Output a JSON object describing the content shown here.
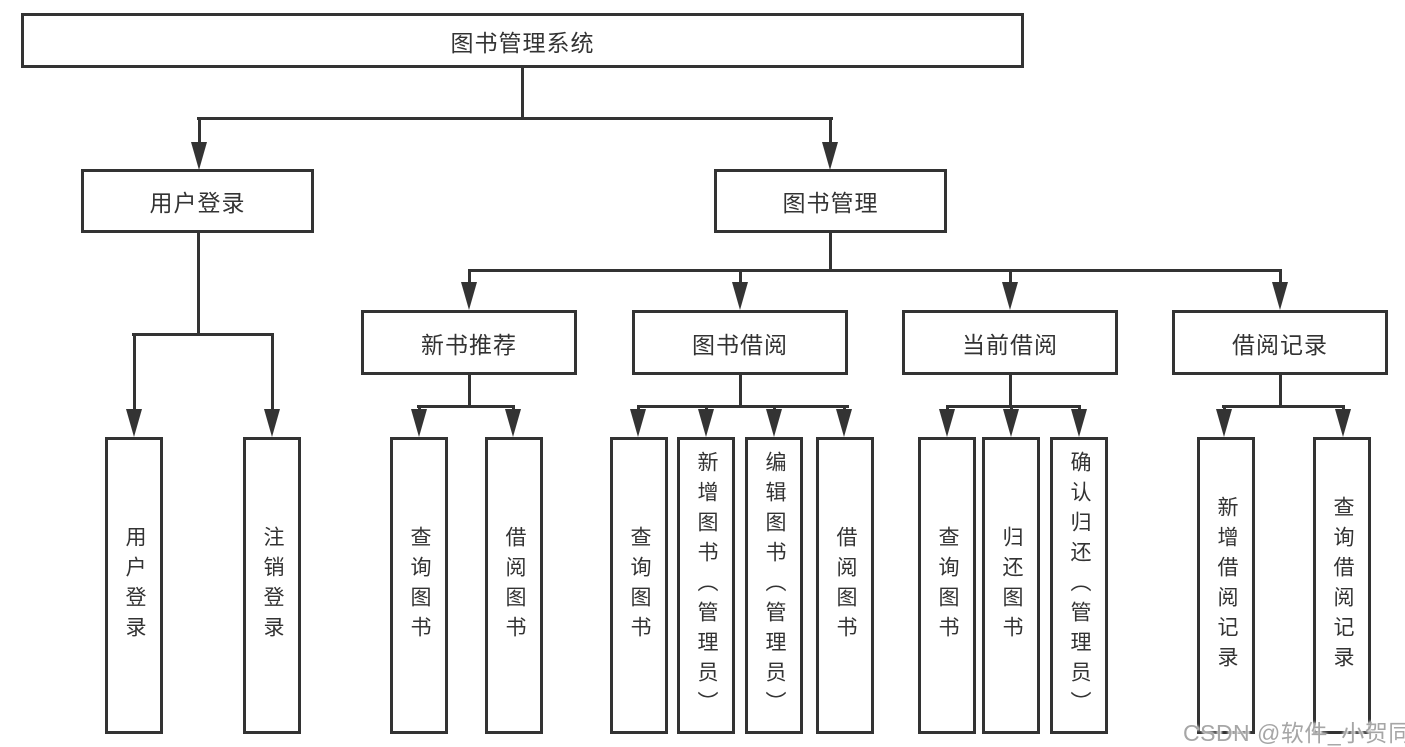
{
  "tree": {
    "root": {
      "label": "图书管理系统",
      "children": [
        {
          "label": "用户登录",
          "children": [
            {
              "label": "用户登录"
            },
            {
              "label": "注销登录"
            }
          ]
        },
        {
          "label": "图书管理",
          "children": [
            {
              "label": "新书推荐",
              "children": [
                {
                  "label": "查询图书"
                },
                {
                  "label": "借阅图书"
                }
              ]
            },
            {
              "label": "图书借阅",
              "children": [
                {
                  "label": "查询图书"
                },
                {
                  "label": "新增图书（管理员）"
                },
                {
                  "label": "编辑图书（管理员）"
                },
                {
                  "label": "借阅图书"
                }
              ]
            },
            {
              "label": "当前借阅",
              "children": [
                {
                  "label": "查询图书"
                },
                {
                  "label": "归还图书"
                },
                {
                  "label": "确认归还（管理员）"
                }
              ]
            },
            {
              "label": "借阅记录",
              "children": [
                {
                  "label": "新增借阅记录"
                },
                {
                  "label": "查询借阅记录"
                }
              ]
            }
          ]
        }
      ]
    }
  },
  "watermark": {
    "text": "CSDN @软件_小贺同学"
  },
  "colors": {
    "line": "#333333",
    "box_border": "#333333",
    "text": "#333333",
    "watermark": "#a6a6a6",
    "background": "#ffffff"
  }
}
